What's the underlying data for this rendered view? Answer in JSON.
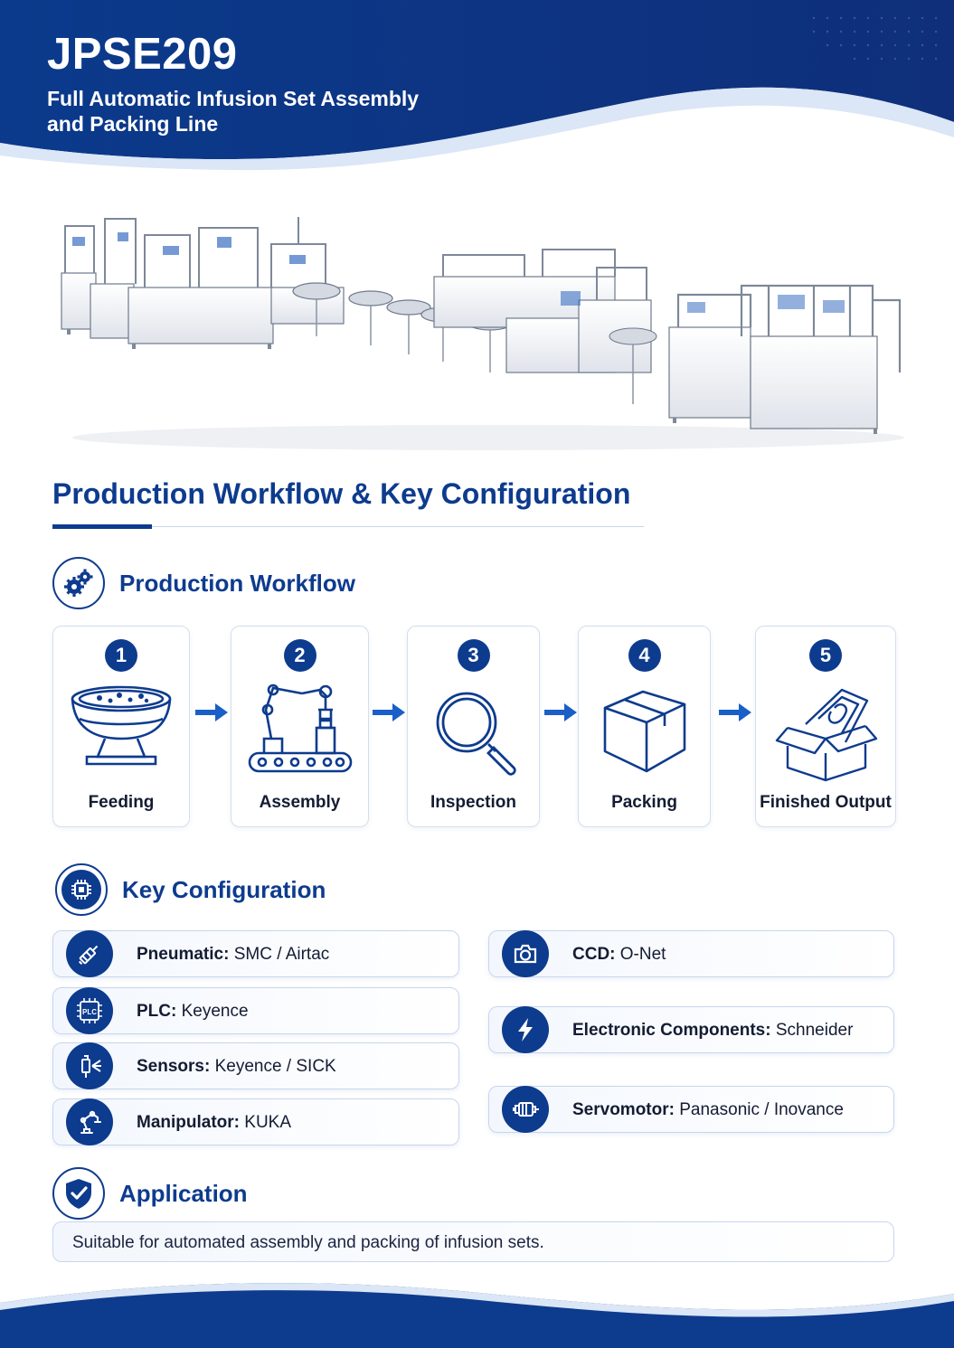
{
  "header": {
    "model": "JPSE209",
    "subtitle": "Full Automatic Infusion Set Assembly and Packing Line"
  },
  "section": {
    "title": "Production Workflow & Key Configuration"
  },
  "workflow": {
    "heading": "Production Workflow",
    "steps": [
      {
        "num": "1",
        "label": "Feeding"
      },
      {
        "num": "2",
        "label": "Assembly"
      },
      {
        "num": "3",
        "label": "Inspection"
      },
      {
        "num": "4",
        "label": "Packing"
      },
      {
        "num": "5",
        "label": "Finished Output"
      }
    ]
  },
  "config": {
    "heading": "Key Configuration",
    "left": [
      {
        "key": "Pneumatic:",
        "value": " SMC / Airtac",
        "icon": "pneumatic-cylinder-icon"
      },
      {
        "key": "PLC:",
        "value": " Keyence",
        "icon": "plc-chip-icon"
      },
      {
        "key": "Sensors:",
        "value": " Keyence / SICK",
        "icon": "sensor-icon"
      },
      {
        "key": "Manipulator:",
        "value": " KUKA",
        "icon": "robot-arm-icon"
      }
    ],
    "right": [
      {
        "key": "CCD:",
        "value": " O-Net",
        "icon": "camera-icon"
      },
      {
        "key": "Electronic Components:",
        "value": " Schneider",
        "icon": "lightning-icon"
      },
      {
        "key": "Servomotor:",
        "value": " Panasonic / Inovance",
        "icon": "servomotor-icon"
      }
    ]
  },
  "application": {
    "heading": "Application",
    "text": "Suitable for automated assembly and packing of infusion sets."
  },
  "colors": {
    "primary": "#0d3b8e",
    "accent": "#1a5fc8"
  }
}
